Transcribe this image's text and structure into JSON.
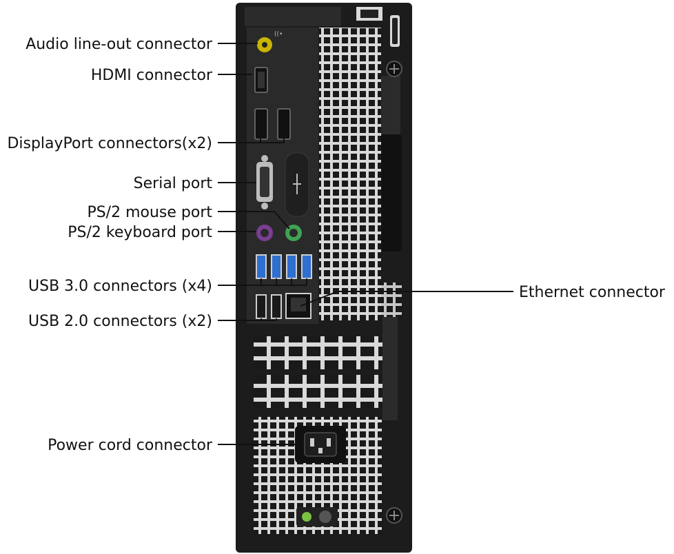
{
  "labels": {
    "audio": "Audio line-out connector",
    "hdmi": "HDMI connector",
    "displayport": "DisplayPort connectors(x2)",
    "serial": "Serial port",
    "ps2_mouse": "PS/2 mouse port",
    "ps2_keyboard": "PS/2 keyboard port",
    "usb3": "USB 3.0 connectors (x4)",
    "usb2": "USB 2.0 connectors (x2)",
    "ethernet": "Ethernet connector",
    "power": "Power cord connector"
  },
  "colors": {
    "chassis": "#1c1c1c",
    "panel": "#2a2a2a",
    "grille": "#d9d9d9",
    "audio": "#c9b400",
    "ps2_mouse": "#3fa352",
    "ps2_keyboard": "#7a3e93",
    "usb3": "#2f6fd0"
  }
}
